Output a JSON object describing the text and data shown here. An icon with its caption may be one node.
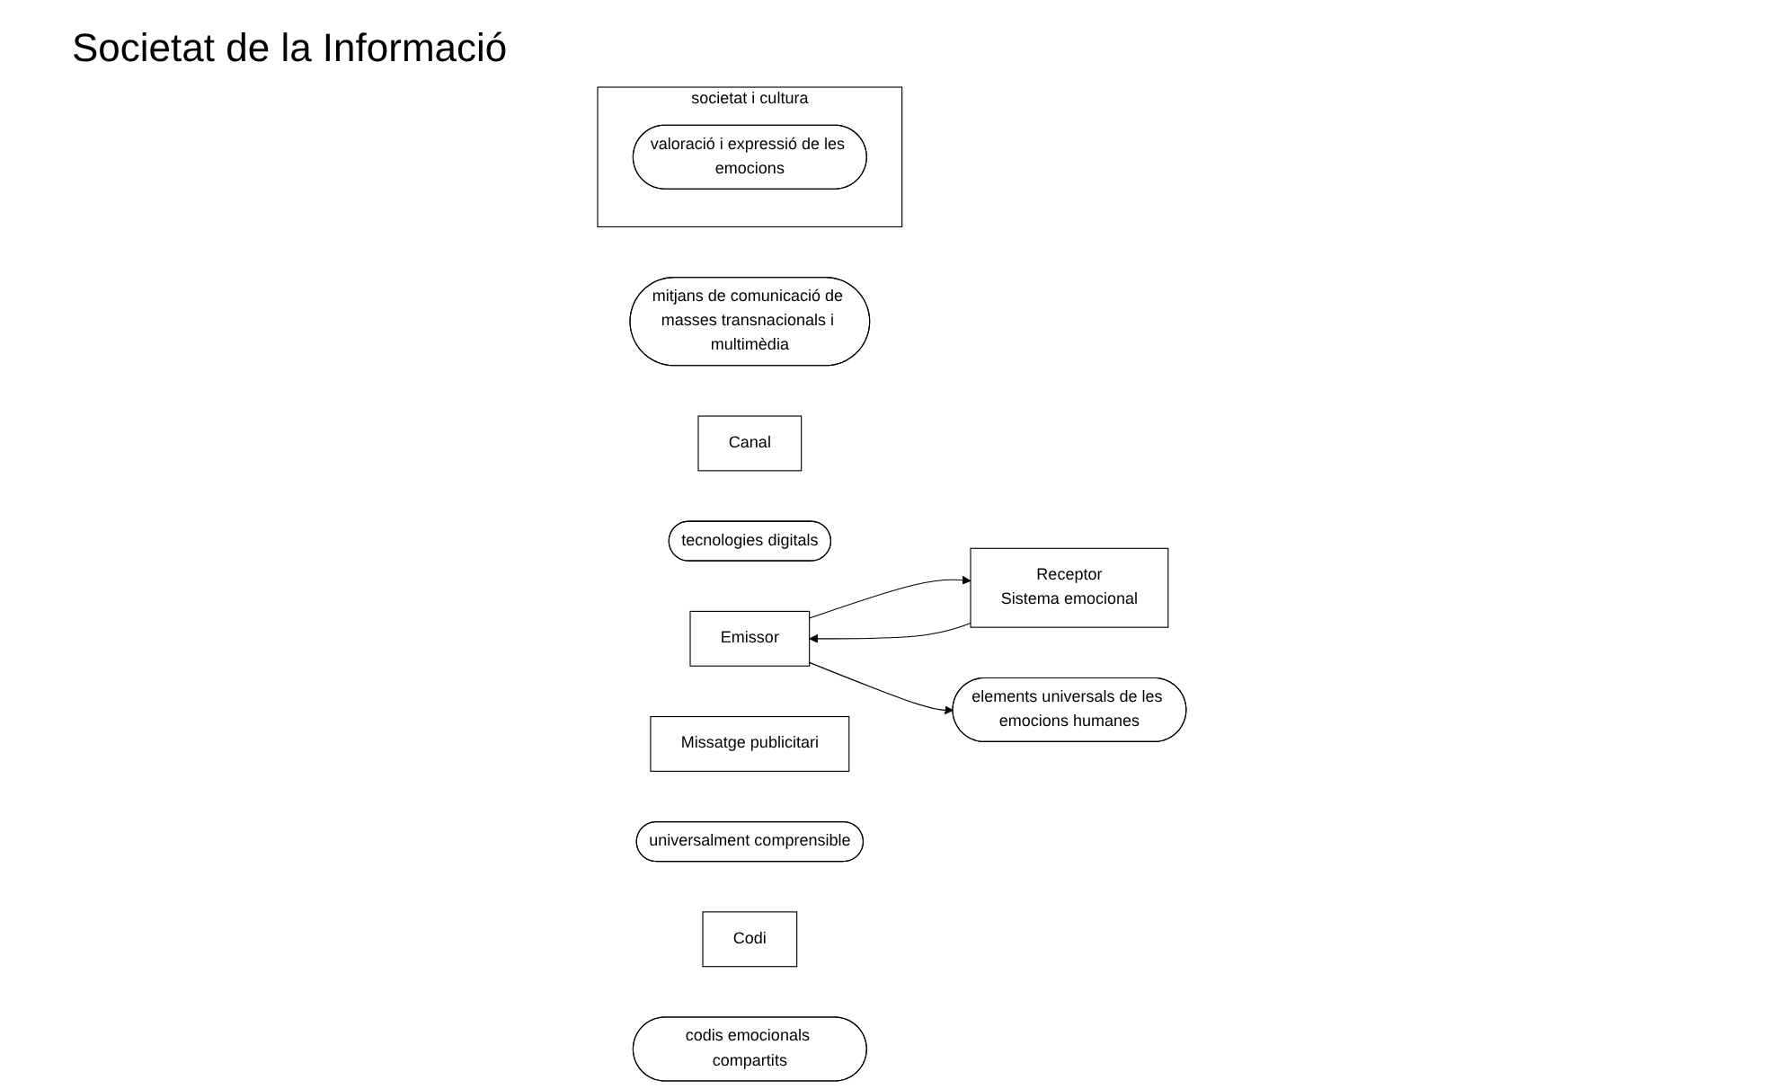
{
  "diagram": {
    "title": "Societat de la Informació",
    "nodes": [
      {
        "text": [
          "mitjans de comunicació de masses transnacionals i multimèdia"
        ]
      },
      {
        "text": [
          "societat i cultura"
        ]
      },
      {
        "text": [
          "valoració i expressió de les emocions"
        ],
        "in": 1
      },
      {
        "text": [
          "Canal"
        ]
      },
      {
        "text": [
          "tecnologies digitals"
        ]
      },
      {
        "text": [
          "Emissor"
        ]
      },
      {
        "text": [
          "Receptor",
          "Sistema emocional"
        ]
      },
      {
        "text": [
          "Missatge publicitari"
        ]
      },
      {
        "text": [
          "universalment comprensible"
        ]
      },
      {
        "text": [
          "Codi"
        ]
      },
      {
        "text": [
          "elements universals de les emocions humanes"
        ]
      },
      {
        "text": [
          "codis emocionals compartits"
        ]
      }
    ],
    "edges": [
      {
        "from": 5,
        "to": 6,
        "arrow": "to"
      },
      {
        "from": 5,
        "to": 10,
        "arrow": "to"
      },
      {
        "from": 6,
        "to": 5,
        "arrow": "to"
      }
    ]
  }
}
